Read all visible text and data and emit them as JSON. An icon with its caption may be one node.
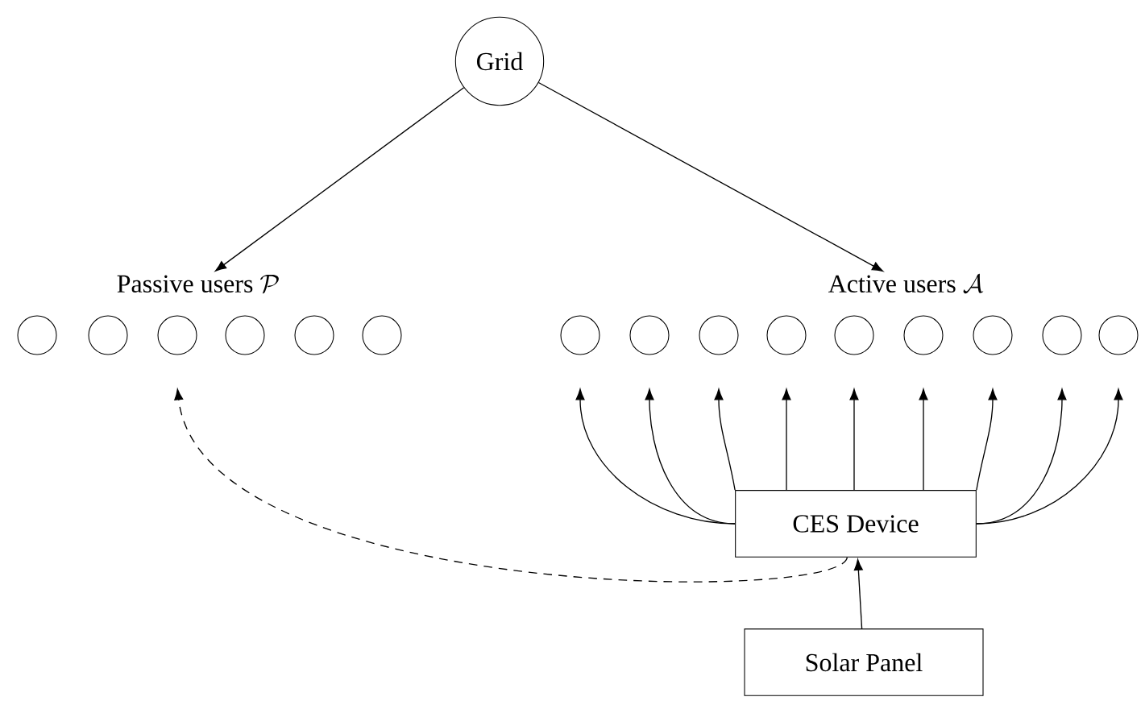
{
  "diagram": {
    "nodes": [
      {
        "text": [
          "Grid"
        ]
      },
      {
        "text": [
          "Passive users",
          "\\mathcal{P}"
        ]
      },
      {
        "text": [
          "Active users",
          "\\mathcal{A}"
        ]
      },
      {
        "text": [],
        "shape": "circle"
      },
      {
        "text": [],
        "shape": "circle"
      },
      {
        "text": [],
        "shape": "circle"
      },
      {
        "text": [],
        "shape": "circle"
      },
      {
        "text": [],
        "shape": "circle"
      },
      {
        "text": [],
        "shape": "circle"
      },
      {
        "text": [],
        "shape": "circle"
      },
      {
        "text": [],
        "shape": "circle"
      },
      {
        "text": [],
        "shape": "circle"
      },
      {
        "text": [],
        "shape": "circle"
      },
      {
        "text": [],
        "shape": "circle"
      },
      {
        "text": [],
        "shape": "circle"
      },
      {
        "text": [],
        "shape": "circle"
      },
      {
        "text": [],
        "shape": "circle"
      },
      {
        "text": [],
        "shape": "circle"
      },
      {
        "text": [
          "CES Device"
        ]
      },
      {
        "text": [
          "Solar Panel"
        ]
      }
    ],
    "edges": [
      {
        "from": 0,
        "to": 1,
        "arrow": "to"
      },
      {
        "from": 0,
        "to": 2,
        "arrow": "to"
      },
      {
        "from": 18,
        "to": 9,
        "arrow": "to"
      },
      {
        "from": 18,
        "to": 10,
        "arrow": "to"
      },
      {
        "from": 18,
        "to": 11,
        "arrow": "to"
      },
      {
        "from": 18,
        "to": 12,
        "arrow": "to"
      },
      {
        "from": 18,
        "to": 13,
        "arrow": "to"
      },
      {
        "from": 18,
        "to": 14,
        "arrow": "to"
      },
      {
        "from": 18,
        "to": 15,
        "arrow": "to"
      },
      {
        "from": 18,
        "to": 16,
        "arrow": "to"
      },
      {
        "from": 18,
        "to": 17,
        "arrow": "to"
      },
      {
        "from": 18,
        "to": 5,
        "arrow": "to",
        "style": "dashed"
      },
      {
        "from": 19,
        "to": 18,
        "arrow": "to"
      }
    ]
  }
}
